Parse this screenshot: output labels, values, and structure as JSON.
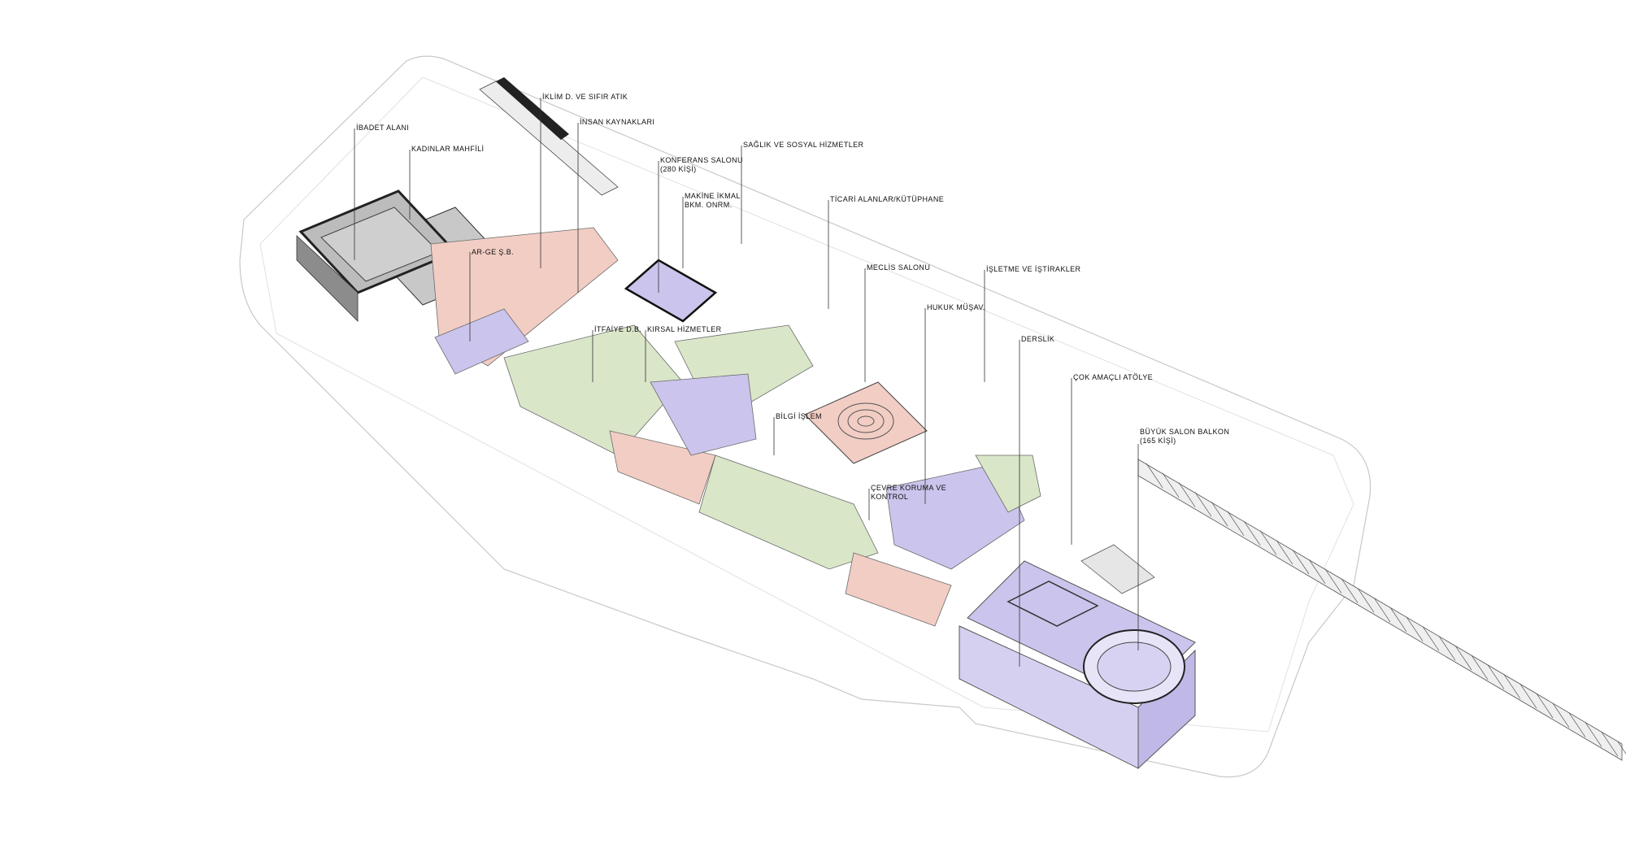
{
  "diagram": {
    "labels": [
      {
        "id": "ibadet",
        "text": "İBADET ALANI"
      },
      {
        "id": "kadinlar",
        "text": "KADINLAR MAHFİLİ"
      },
      {
        "id": "arge",
        "text": "AR-GE Ş.B."
      },
      {
        "id": "iklim",
        "text": "İKLİM D. VE SIFIR ATIK"
      },
      {
        "id": "insan",
        "text": "İNSAN KAYNAKLARI"
      },
      {
        "id": "konferans",
        "text": "KONFERANS SALONU\n(280 KİŞİ)"
      },
      {
        "id": "makine",
        "text": "MAKİNE İKMAL\nBKM. ONRM."
      },
      {
        "id": "saglik",
        "text": "SAĞLIK VE SOSYAL HİZMETLER"
      },
      {
        "id": "ticari",
        "text": "TİCARİ ALANLAR/KÜTÜPHANE"
      },
      {
        "id": "meclis",
        "text": "MECLİS SALONU"
      },
      {
        "id": "isletme",
        "text": "İŞLETME VE İŞTİRAKLER"
      },
      {
        "id": "hukuk",
        "text": "HUKUK MÜŞAV."
      },
      {
        "id": "derslik",
        "text": "DERSLİK"
      },
      {
        "id": "itfaiye",
        "text": "İTFAİYE D.B."
      },
      {
        "id": "kirsal",
        "text": "KIRSAL HİZMETLER"
      },
      {
        "id": "cok",
        "text": "ÇOK AMAÇLI ATÖLYE"
      },
      {
        "id": "bilgi",
        "text": "BİLGİ İŞLEM"
      },
      {
        "id": "buyuk",
        "text": "BÜYÜK SALON BALKON\n(165 KİŞİ)"
      },
      {
        "id": "cevre",
        "text": "ÇEVRE KORUMA VE\nKONTROL"
      }
    ],
    "colors": {
      "pink": "#f2cdc4",
      "green": "#d9e6c8",
      "purple": "#cbc4ec",
      "gray": "#d2d2d2",
      "line": "#3a3a3a"
    }
  }
}
